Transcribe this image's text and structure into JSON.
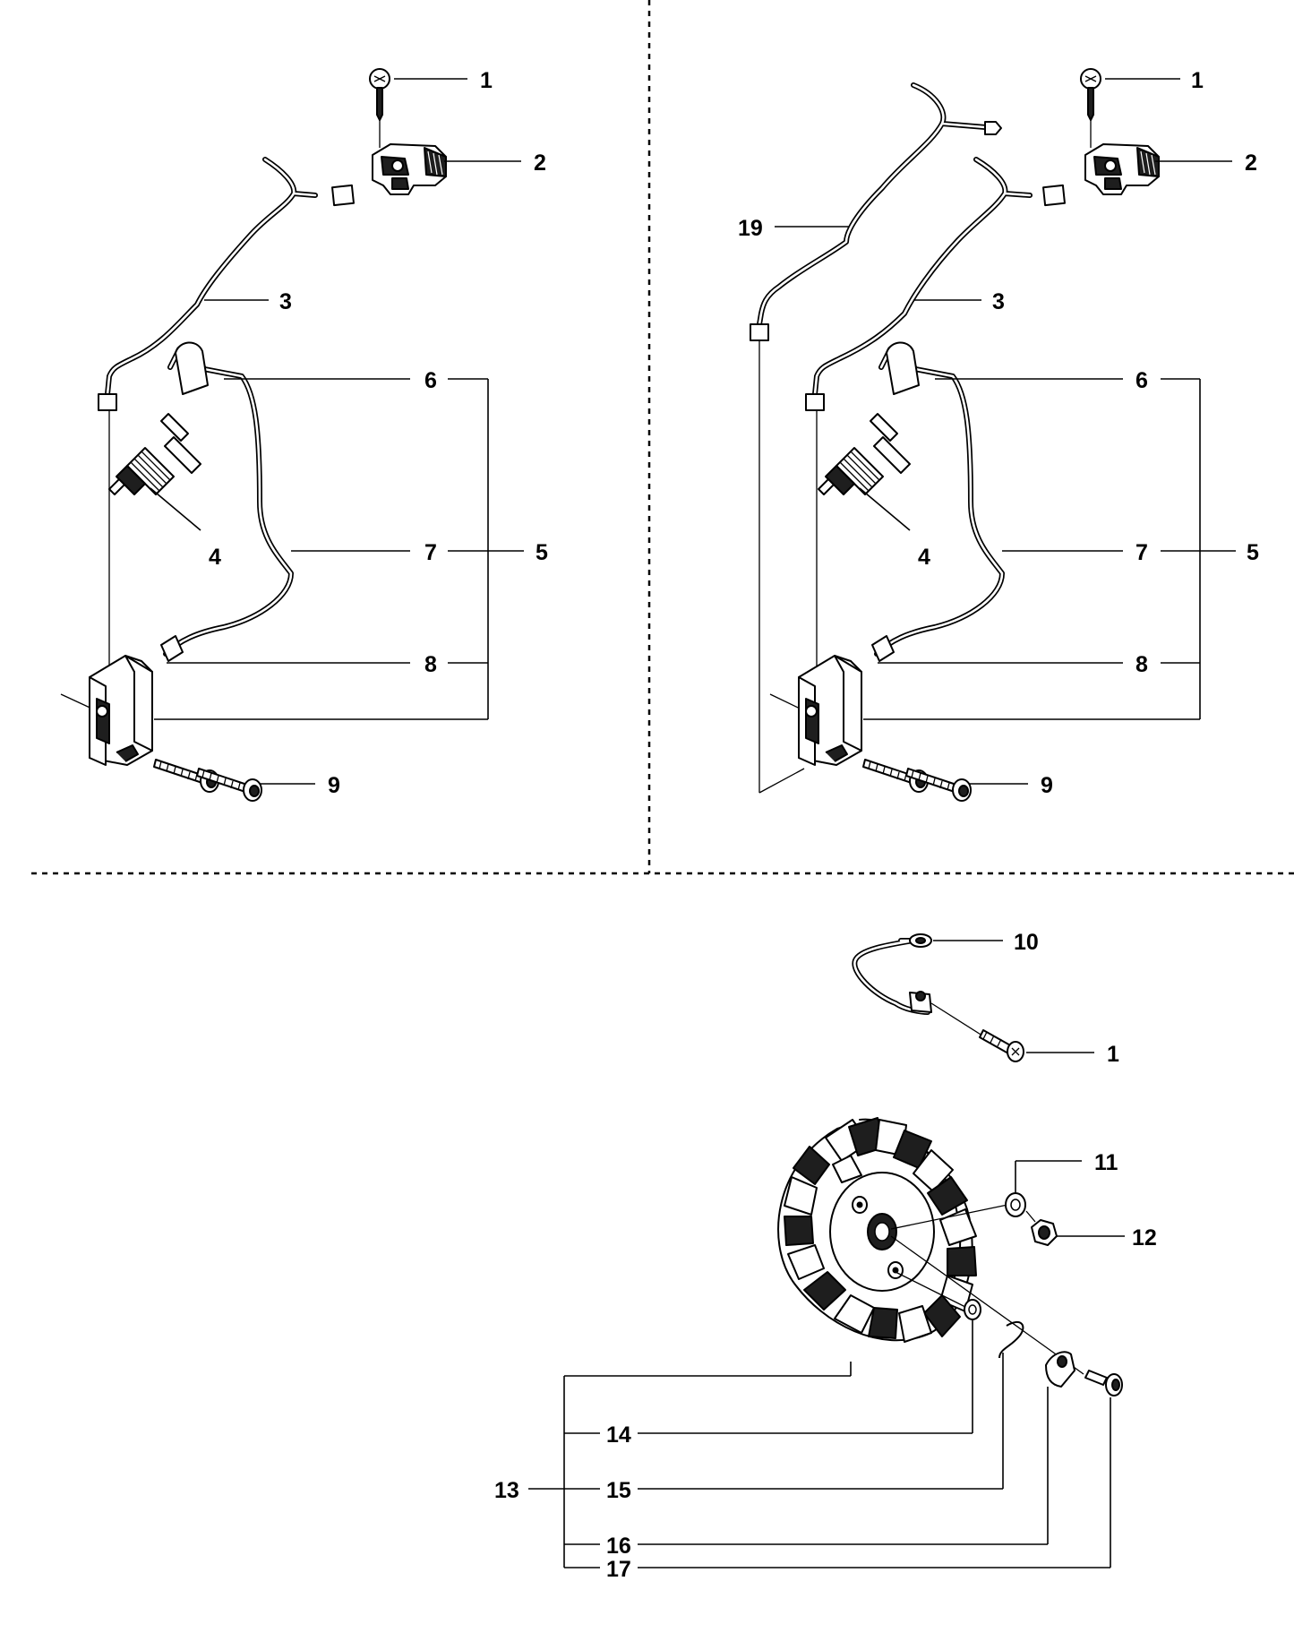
{
  "diagram": {
    "panels": [
      {
        "id": "ignition-top-left",
        "callouts": [
          "1",
          "2",
          "3",
          "4",
          "5",
          "6",
          "7",
          "8",
          "9"
        ]
      },
      {
        "id": "ignition-top-right",
        "callouts": [
          "1",
          "2",
          "19",
          "3",
          "4",
          "5",
          "6",
          "7",
          "8",
          "9"
        ]
      },
      {
        "id": "flywheel-bottom",
        "callouts": [
          "10",
          "1",
          "11",
          "12",
          "13",
          "14",
          "15",
          "16",
          "17"
        ]
      }
    ]
  }
}
